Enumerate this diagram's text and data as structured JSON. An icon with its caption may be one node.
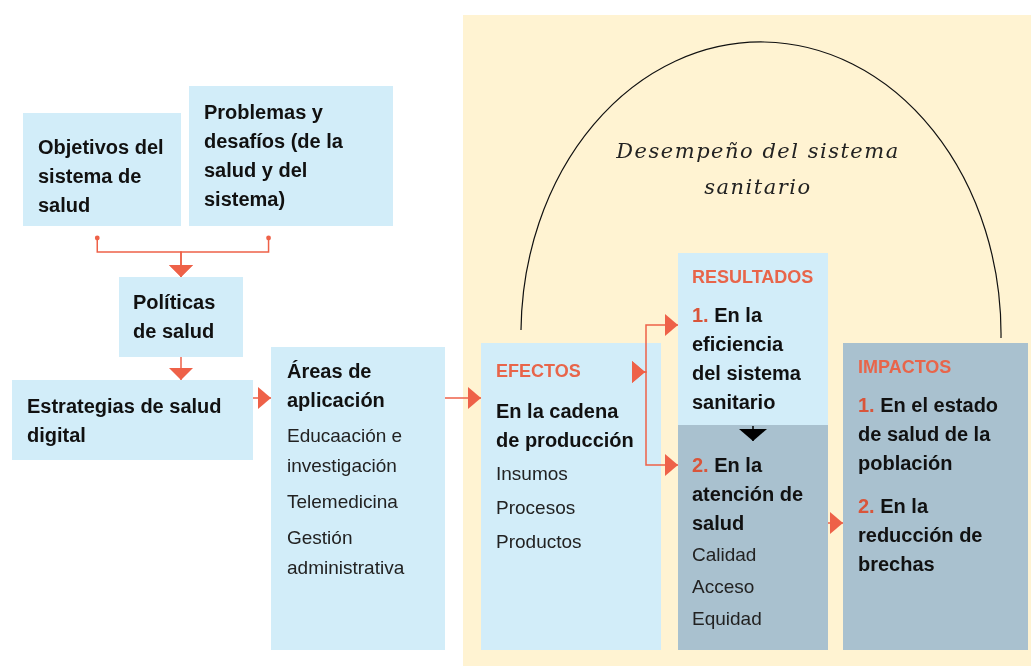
{
  "diagram": {
    "nodes": [
      {
        "text": [
          "Objetivos del sistema de salud"
        ]
      },
      {
        "text": [
          "Problemas y desafíos (de la salud y del sistema)"
        ]
      },
      {
        "text": [
          "Políticas de salud"
        ]
      },
      {
        "text": [
          "Estrategias de salud digital"
        ]
      },
      {
        "text": [
          "Áreas de aplicación",
          "Educaación e investigación",
          "Telemedicina",
          "Gestión administrativa"
        ]
      },
      {
        "text": [
          "Desempeño del sistema sanitario"
        ]
      },
      {
        "text": [
          "EFECTOS",
          "En la cadena de producción",
          "Insumos",
          "Procesos",
          "Productos"
        ],
        "in": 5
      },
      {
        "text": [
          "RESULTADOS",
          "1.",
          "En la eficiencia del sistema sanitario"
        ],
        "in": 5
      },
      {
        "text": [
          "2.",
          "En la atención de salud",
          "Calidad",
          "Acceso",
          "Equidad"
        ],
        "in": 5
      },
      {
        "text": [
          "IMPACTOS",
          "1.",
          "En el estado de salud de la población",
          "2.",
          "En la reducción de brechas"
        ],
        "in": 5
      }
    ],
    "edges": [
      {
        "from": 0,
        "to": 2,
        "arrow": "to"
      },
      {
        "from": 1,
        "to": 2,
        "arrow": "to"
      },
      {
        "from": 2,
        "to": 3,
        "arrow": "to"
      },
      {
        "from": 3,
        "to": 4,
        "arrow": "to"
      },
      {
        "from": 4,
        "to": 6,
        "arrow": "to"
      },
      {
        "from": 6,
        "to": 7,
        "arrow": "to"
      },
      {
        "from": 6,
        "to": 8,
        "arrow": "to"
      },
      {
        "from": 7,
        "to": 8,
        "arrow": "to",
        "color": "#000000"
      },
      {
        "from": 8,
        "to": 9,
        "arrow": "to"
      }
    ]
  }
}
